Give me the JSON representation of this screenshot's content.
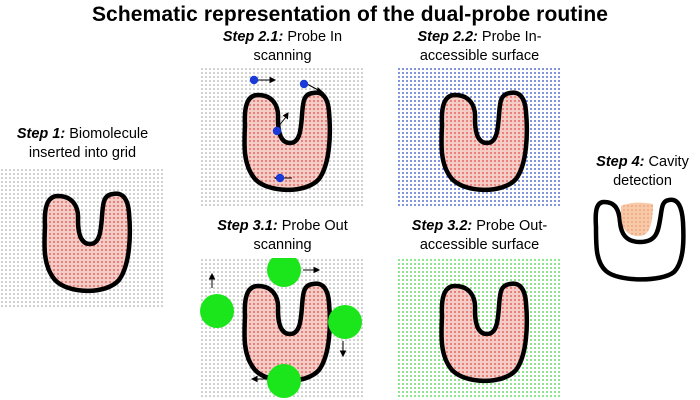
{
  "title": "Schematic representation of the dual-probe routine",
  "steps": {
    "s1": {
      "label": "Step 1:",
      "text_line1": "Biomolecule",
      "text_line2": "inserted into grid"
    },
    "s21": {
      "label": "Step 2.1:",
      "text_line1": "Probe In",
      "text_line2": "scanning"
    },
    "s22": {
      "label": "Step 2.2:",
      "text_line1": "Probe In-",
      "text_line2": "accessible surface"
    },
    "s31": {
      "label": "Step 3.1:",
      "text_line1": "Probe Out",
      "text_line2": "scanning"
    },
    "s32": {
      "label": "Step 3.2:",
      "text_line1": "Probe Out-",
      "text_line2": "accessible surface"
    },
    "s4": {
      "label": "Step 4:",
      "text_line1": "Cavity",
      "text_line2": "detection"
    }
  },
  "colors": {
    "grid_dot": "#9a9a9a",
    "interior_fill": "#f4cdc6",
    "interior_dot": "#e04040",
    "outline": "#000000",
    "probe_in": "#1a3ad8",
    "probe_in_surface_dot": "#2a48c8",
    "probe_out": "#1be61b",
    "probe_out_surface_dot": "#3ed33e",
    "cavity_fill": "#f7c9a8"
  }
}
